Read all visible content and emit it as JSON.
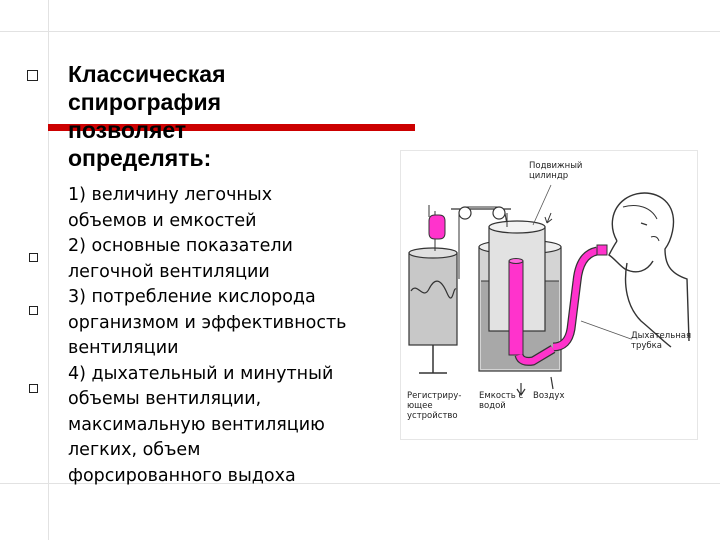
{
  "title": {
    "lines": [
      "Классическая",
      "спирография",
      "позволяет",
      "определять:"
    ]
  },
  "body": {
    "lines": [
      "1) величину легочных",
      "объемов и емкостей",
      "2) основные показатели",
      "легочной вентиляции",
      "3) потребление кислорода",
      "организмом и эффективность",
      "вентиляции",
      "4) дыхательный и минутный",
      "объемы вентиляции,",
      "максимальную вентиляцию",
      "легких, объем",
      "форсированного выдоха"
    ]
  },
  "diagram": {
    "labels": {
      "moving_cylinder": [
        "Подвижный",
        "цилиндр"
      ],
      "breathing_tube": [
        "Дыхательная",
        "трубка"
      ],
      "recorder": [
        "Регистриру-",
        "ющее",
        "устройство"
      ],
      "water_tank": [
        "Емкость с",
        "водой"
      ],
      "air": "Воздух"
    },
    "colors": {
      "accent": "#ff33cc",
      "red_bar": "#cc0000",
      "gray_fill": "#c8c8c8",
      "dark_gray": "#8a8a8a"
    }
  }
}
